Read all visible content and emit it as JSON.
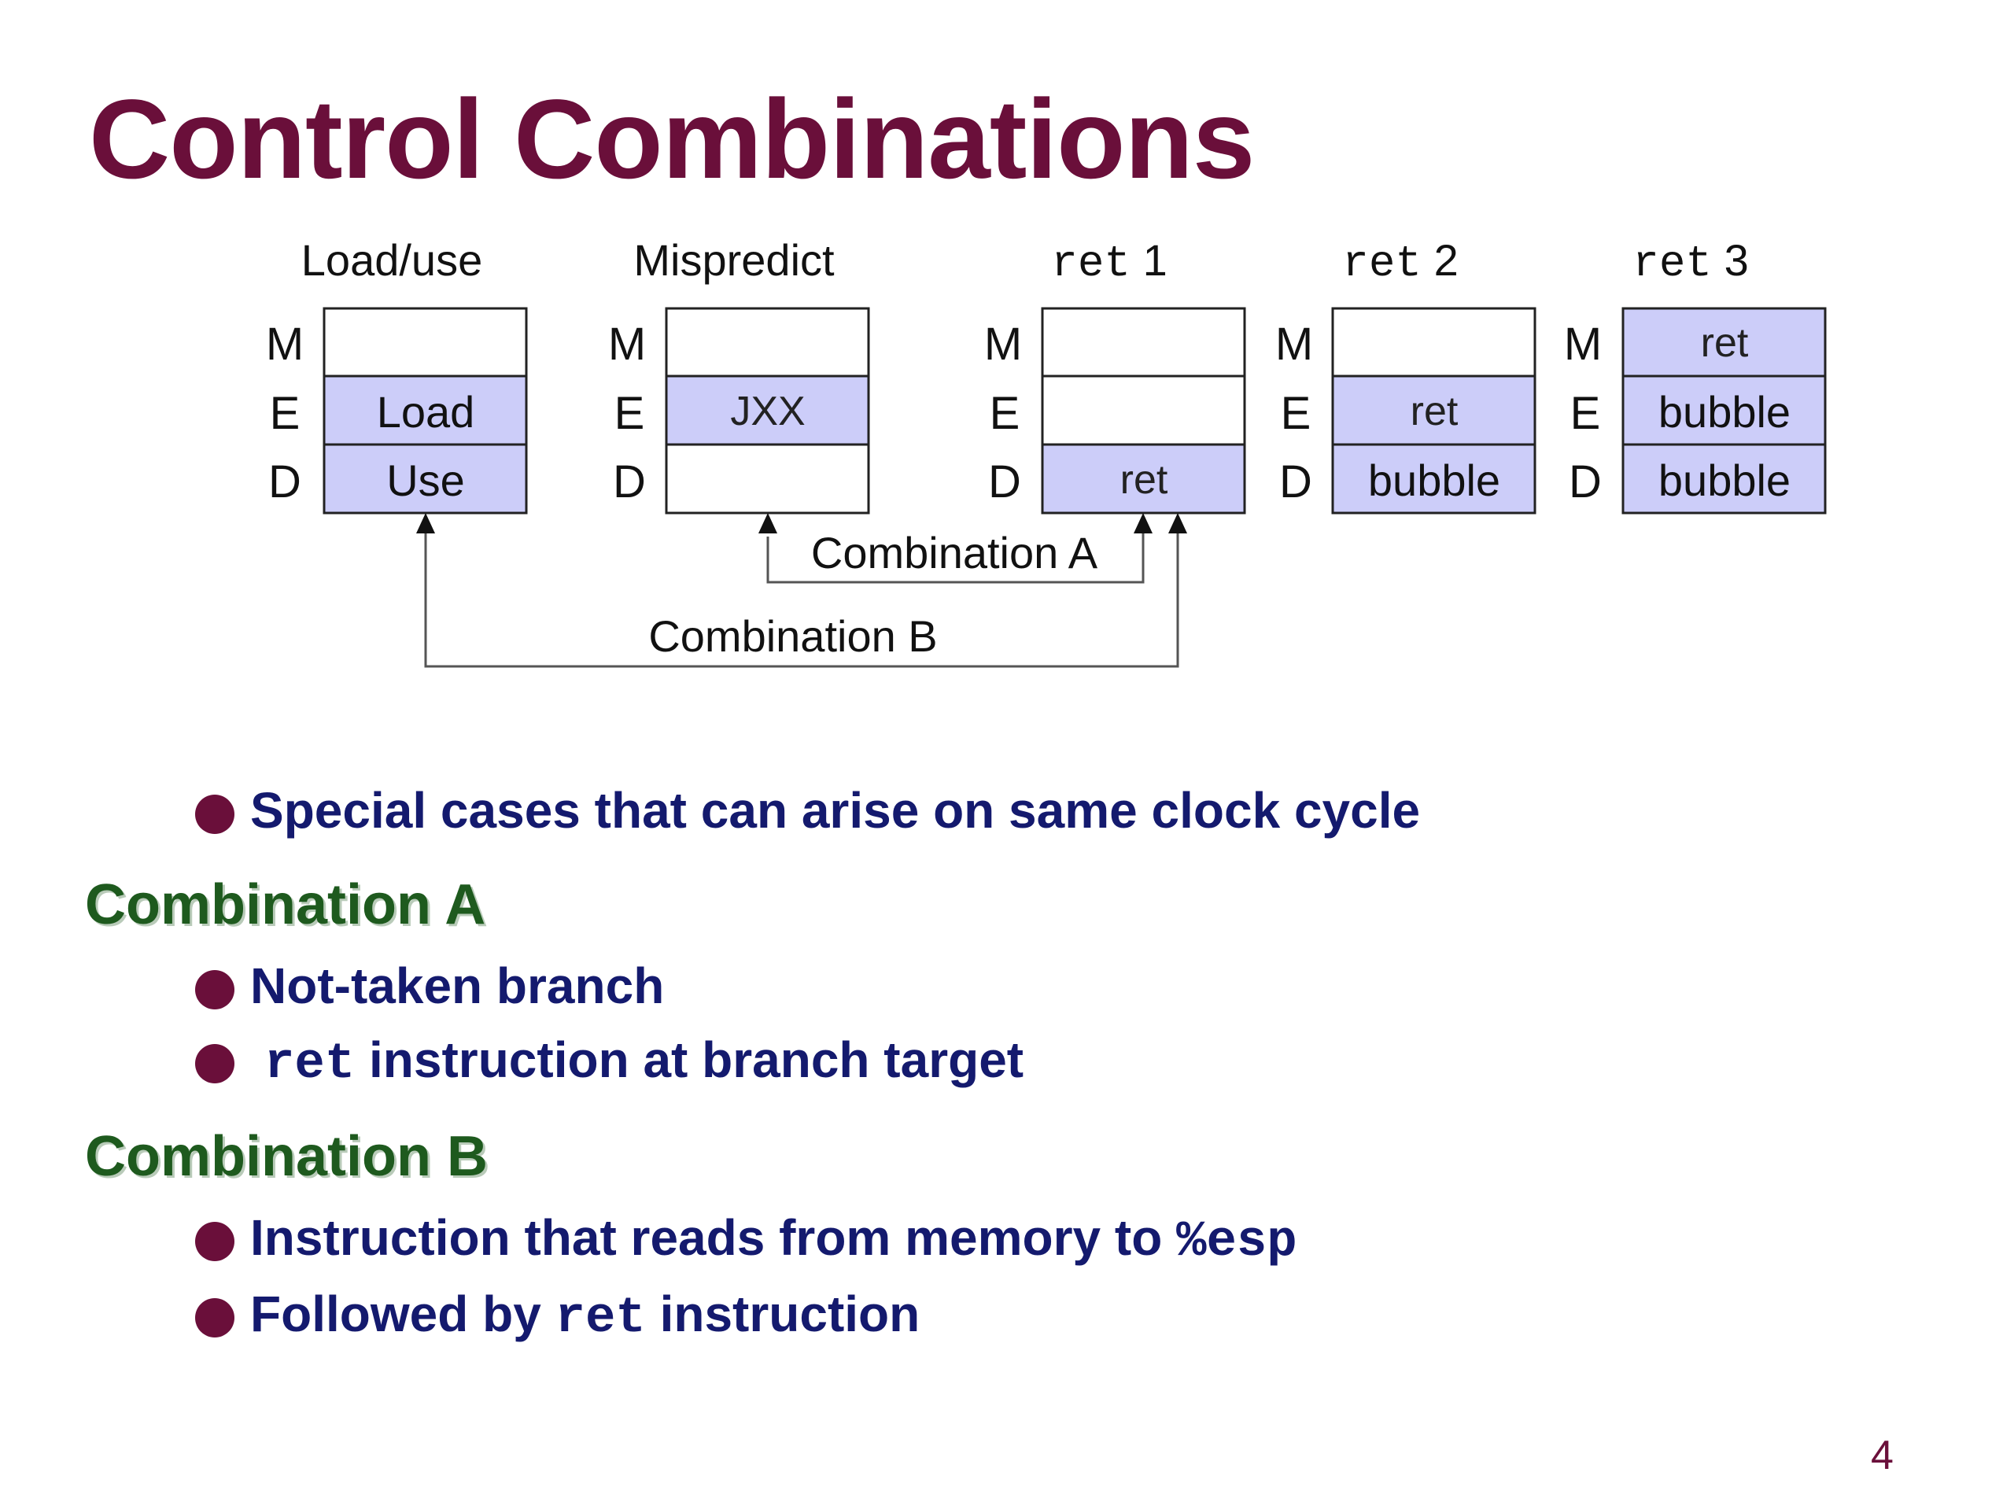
{
  "title": "Control Combinations",
  "diagram": {
    "columns": [
      {
        "name": "Load/use",
        "name_code": "",
        "name_num": "",
        "M": "",
        "E": "Load",
        "D": "Use"
      },
      {
        "name": "Mispredict",
        "name_code": "",
        "name_num": "",
        "M": "",
        "E": "JXX",
        "D": ""
      },
      {
        "name": "",
        "name_code": "ret",
        "name_num": "1",
        "M": "",
        "E": "",
        "D": "ret"
      },
      {
        "name": "",
        "name_code": "ret",
        "name_num": "2",
        "M": "",
        "E": "ret",
        "D": "bubble"
      },
      {
        "name": "",
        "name_code": "ret",
        "name_num": "3",
        "M": "ret",
        "E": "bubble",
        "D": "bubble"
      }
    ],
    "stage_labels": [
      "M",
      "E",
      "D"
    ],
    "combination_a_label": "Combination A",
    "combination_b_label": "Combination B",
    "colors": {
      "filled_cell": "#cccdf9",
      "empty_cell": "#ffffff",
      "line": "#555555"
    }
  },
  "bullets": {
    "b1": "Special cases that can arise on same clock cycle",
    "combo_a": {
      "heading": "Combination A",
      "b1": "Not-taken branch",
      "b2_code": "ret",
      "b2_text": " instruction at branch target"
    },
    "combo_b": {
      "heading": "Combination B",
      "b1_text": "Instruction that reads from memory to ",
      "b1_code": "%esp",
      "b2_pre": "Followed by ",
      "b2_code": "ret",
      "b2_post": " instruction"
    }
  },
  "page_number": "4",
  "colors": {
    "title": "#6a0f3a",
    "bullet_text": "#141a6e",
    "subhead": "#1e5a1e"
  }
}
